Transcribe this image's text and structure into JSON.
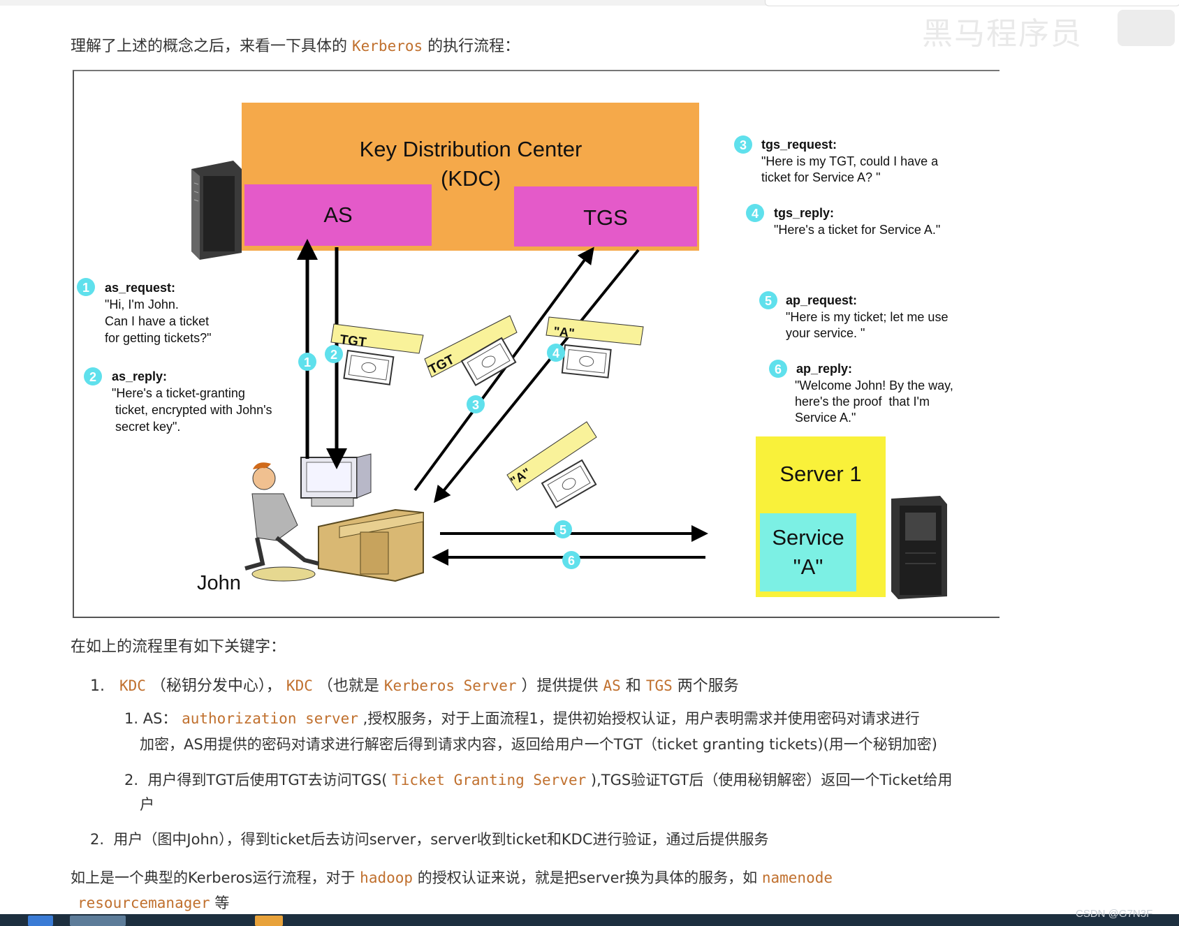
{
  "intro": {
    "before": "理解了上述的概念之后，来看一下具体的 ",
    "code": "Kerberos",
    "after": " 的执行流程："
  },
  "diagram": {
    "kdc_title_line1": "Key Distribution Center",
    "kdc_title_line2": "(KDC)",
    "as_label": "AS",
    "tgs_label": "TGS",
    "server_label": "Server 1",
    "service_line1": "Service",
    "service_line2": "\"A\"",
    "john_label": "John",
    "ticket_tgt": "TGT",
    "ticket_a": "\"A\"",
    "steps": [
      {
        "num": "1",
        "title": "as_request:",
        "lines": [
          "\"Hi, I'm John.",
          "Can I have a ticket",
          "for getting tickets?\""
        ]
      },
      {
        "num": "2",
        "title": "as_reply:",
        "lines": [
          "\"Here's a ticket-granting",
          " ticket, encrypted with John's",
          " secret key\"."
        ]
      },
      {
        "num": "3",
        "title": "tgs_request:",
        "lines": [
          "\"Here is my TGT, could I have a",
          "ticket for Service A? \""
        ]
      },
      {
        "num": "4",
        "title": "tgs_reply:",
        "lines": [
          "\"Here's a ticket for Service A.\""
        ]
      },
      {
        "num": "5",
        "title": "ap_request:",
        "lines": [
          "\"Here is my ticket; let me use",
          "your service. \""
        ]
      },
      {
        "num": "6",
        "title": "ap_reply:",
        "lines": [
          "\"Welcome John! By the way,",
          "here's the proof  that I'm",
          "Service A.\""
        ]
      }
    ],
    "flow_numbers": [
      "1",
      "2",
      "3",
      "4",
      "5",
      "6"
    ]
  },
  "keywords_heading": "在如上的流程里有如下关键字：",
  "list": {
    "item1": {
      "num": "1.",
      "p1": "KDC",
      "p2": " （秘钥分发中心）， ",
      "p3": "KDC",
      "p4": " （也就是 ",
      "p5": "Kerberos Server",
      "p6": " ）提供提供 ",
      "p7": "AS",
      "p8": " 和 ",
      "p9": "TGS",
      "p10": " 两个服务"
    },
    "sub1": {
      "num": "1.",
      "p1": "AS： ",
      "p2": "authorization server",
      "p3": " ,授权服务，对于上面流程1，提供初始授权认证，用户表明需求并使用密码对请求进行",
      "line2": "加密，AS用提供的密码对请求进行解密后得到请求内容，返回给用户一个TGT（ticket granting tickets)(用一个秘钥加密)"
    },
    "sub2": {
      "num": "2.",
      "p1": "用户得到TGT后使用TGT去访问TGS( ",
      "p2": "Ticket Granting Server",
      "p3": " ),TGS验证TGT后（使用秘钥解密）返回一个Ticket给用",
      "line2": "户"
    },
    "item2": {
      "num": "2.",
      "text": "用户（图中John），得到ticket后去访问server，server收到ticket和KDC进行验证，通过后提供服务"
    }
  },
  "summary": {
    "p1": "如上是一个典型的Kerberos运行流程，对于 ",
    "p2": "hadoop",
    "p3": " 的授权认证来说，就是把server换为具体的服务，如 ",
    "p4": "namenode",
    "line2_code": "resourcemanager",
    "line2_after": " 等"
  },
  "watermark": "黑马程序员",
  "footer": "CSDN @G7N3F"
}
